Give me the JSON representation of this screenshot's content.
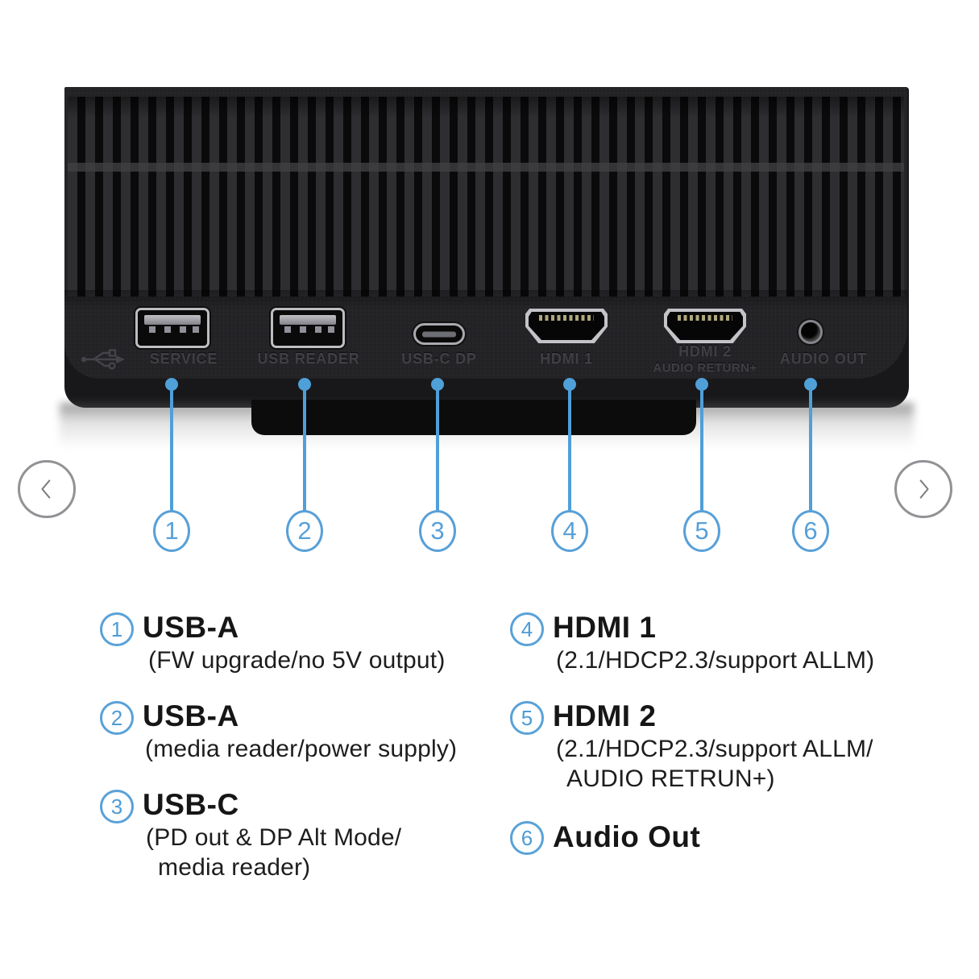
{
  "device": {
    "ports": [
      {
        "number": "1",
        "panel_label": "SERVICE"
      },
      {
        "number": "2",
        "panel_label": "USB READER"
      },
      {
        "number": "3",
        "panel_label": "USB-C DP"
      },
      {
        "number": "4",
        "panel_label": "HDMI 1"
      },
      {
        "number": "5",
        "panel_label": "HDMI 2",
        "panel_label_line2": "AUDIO RETURN+"
      },
      {
        "number": "6",
        "panel_label": "AUDIO OUT"
      }
    ]
  },
  "callouts": {
    "numbers": [
      "1",
      "2",
      "3",
      "4",
      "5",
      "6"
    ]
  },
  "legend": {
    "items": [
      {
        "number": "1",
        "title": "USB-A",
        "desc_lines": [
          "(FW upgrade/no 5V output)"
        ]
      },
      {
        "number": "2",
        "title": "USB-A",
        "desc_lines": [
          "(media reader/power supply)"
        ]
      },
      {
        "number": "3",
        "title": "USB-C",
        "desc_lines": [
          "(PD out & DP Alt Mode/",
          "media reader)"
        ]
      },
      {
        "number": "4",
        "title": "HDMI 1",
        "desc_lines": [
          "(2.1/HDCP2.3/support ALLM)"
        ]
      },
      {
        "number": "5",
        "title": "HDMI 2",
        "desc_lines": [
          "(2.1/HDCP2.3/support ALLM/",
          "AUDIO RETRUN+)"
        ]
      },
      {
        "number": "6",
        "title": "Audio Out",
        "desc_lines": []
      }
    ]
  },
  "colors": {
    "accent_blue": "#58a0d8",
    "callout_blue": "#4f9fd9",
    "arrow_gray": "#929296",
    "panel_dark": "#232326",
    "text_dark": "#161616",
    "background": "#ffffff"
  }
}
